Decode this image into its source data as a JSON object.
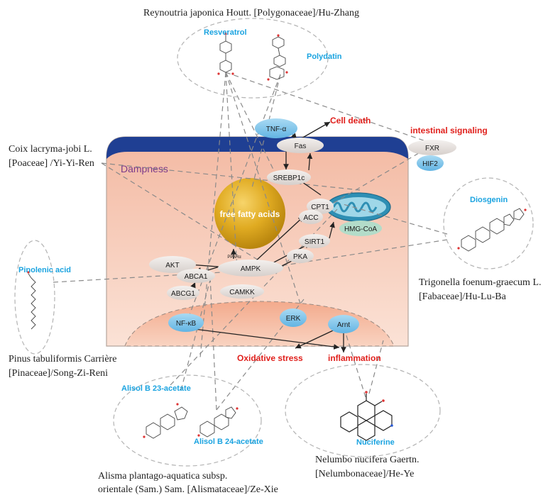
{
  "plants": {
    "reynoutria": "Reynoutria japonica Houtt. [Polygonaceae]/Hu-Zhang",
    "coix_line1": "Coix lacryma-jobi L.",
    "coix_line2": "[Poaceae] /Yi-Yi-Ren",
    "trigonella_line1": "Trigonella foenum-graecum L.",
    "trigonella_line2": "[Fabaceae]/Hu-Lu-Ba",
    "pinus_line1": "Pinus tabuliformis Carrière",
    "pinus_line2": "[Pinaceae]/Song-Zi-Reni",
    "nelumbo_line1": "Nelumbo nucifera Gaertn.",
    "nelumbo_line2": "[Nelumbonaceae]/He-Ye",
    "alisma_line1": "Alisma plantago-aquatica subsp.",
    "alisma_line2": "orientale (Sam.) Sam. [Alismataceae]/Ze-Xie"
  },
  "compounds": {
    "resveratrol": "Resveratrol",
    "polydatin": "Polydatin",
    "diosgenin": "Diosgenin",
    "pinolenic_acid": "Pinolenic acid",
    "alisol_b23": "Alisol B 23-acetate",
    "alisol_b24": "Alisol B 24-acetate",
    "nuciferine": "Nuciferine"
  },
  "cell": {
    "label": "Dampness",
    "droplet": "free fatty acids"
  },
  "nodes": {
    "tnf": "TNF-α",
    "fas": "Fas",
    "srebp1c": "SREBP1c",
    "fxr": "FXR",
    "hif2": "HIF2",
    "cpt1": "CPT1",
    "acc": "ACC",
    "hmgcoa": "HMG-CoA",
    "sirt1": "SIRT1",
    "pka": "PKA",
    "ampk": "AMPK",
    "ppara": "PPARα",
    "akt": "AKT",
    "abca1": "ABCA1",
    "abcg1": "ABCG1",
    "camkk": "CAMKK",
    "nfkb": "NF-κB",
    "erk": "ERK",
    "arnt": "Arnt"
  },
  "outcomes": {
    "cell_death": "Cell death",
    "intestinal_signaling": "intestinal signaling",
    "oxidative_stress": "Oxidative stress",
    "inflammation": "inflammation"
  },
  "colors": {
    "cell_top_band": "#1f3f93",
    "cell_fill": "#f6c8b4",
    "nucleus_fill": "#f2a586",
    "droplet": "#d9a31a",
    "compound_label": "#1aa3e0",
    "outcome_label": "#e0201c",
    "blue_node": "#8ccbed",
    "grey_node": "#e6e1de",
    "teal_node": "#b3dcc9"
  }
}
